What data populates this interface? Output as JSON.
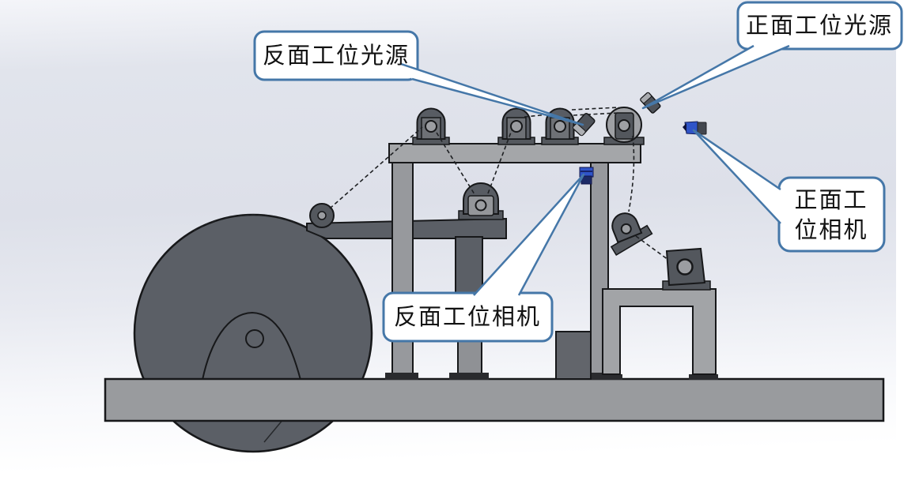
{
  "figure": {
    "type": "cad-annotated-diagram",
    "subject": "roll-to-roll web inspection machine side view",
    "callouts": [
      {
        "id": "back-light",
        "label": "反面工位光源"
      },
      {
        "id": "front-light",
        "label": "正面工位光源"
      },
      {
        "id": "front-camera",
        "label": "正面工位相机",
        "lines": [
          "正面工",
          "位相机"
        ]
      },
      {
        "id": "back-camera",
        "label": "反面工位相机"
      }
    ],
    "colors": {
      "callout_border": "#4577a8",
      "callout_fill": "#ffffff",
      "metal_dark": "#5b5f66",
      "metal_mid": "#8f9195",
      "metal_light": "#9b9da1",
      "beam_light": "#a4a6a9",
      "camera_blue": "#2f54c8",
      "camera_navy": "#1c2a66",
      "background_tint": "#dde0e9",
      "background_bottom": "#ffffff"
    }
  }
}
